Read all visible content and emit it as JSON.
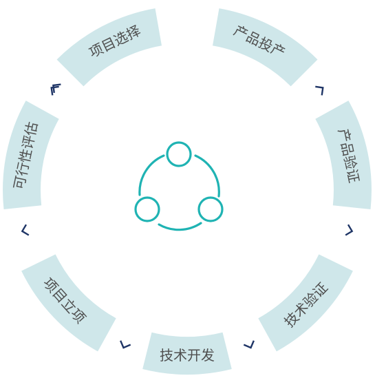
{
  "cycle": {
    "stages": [
      {
        "id": "project-selection",
        "label": "项目选择"
      },
      {
        "id": "product-launch",
        "label": "产品投产"
      },
      {
        "id": "product-validation",
        "label": "产品验证"
      },
      {
        "id": "technical-validation",
        "label": "技术验证"
      },
      {
        "id": "technology-development",
        "label": "技术开发"
      },
      {
        "id": "project-initiation",
        "label": "项目立项"
      },
      {
        "id": "feasibility-assessment",
        "label": "可行性评估"
      }
    ],
    "arrow_icon": "chevron-arrow-icon",
    "center_icon": "share-cycle-icon"
  },
  "colors": {
    "segment_fill": "#cfe7ea",
    "segment_text": "#4f4f4f",
    "arrow": "#1f3566",
    "center_icon": "#1fb3b3",
    "background": "#ffffff"
  }
}
